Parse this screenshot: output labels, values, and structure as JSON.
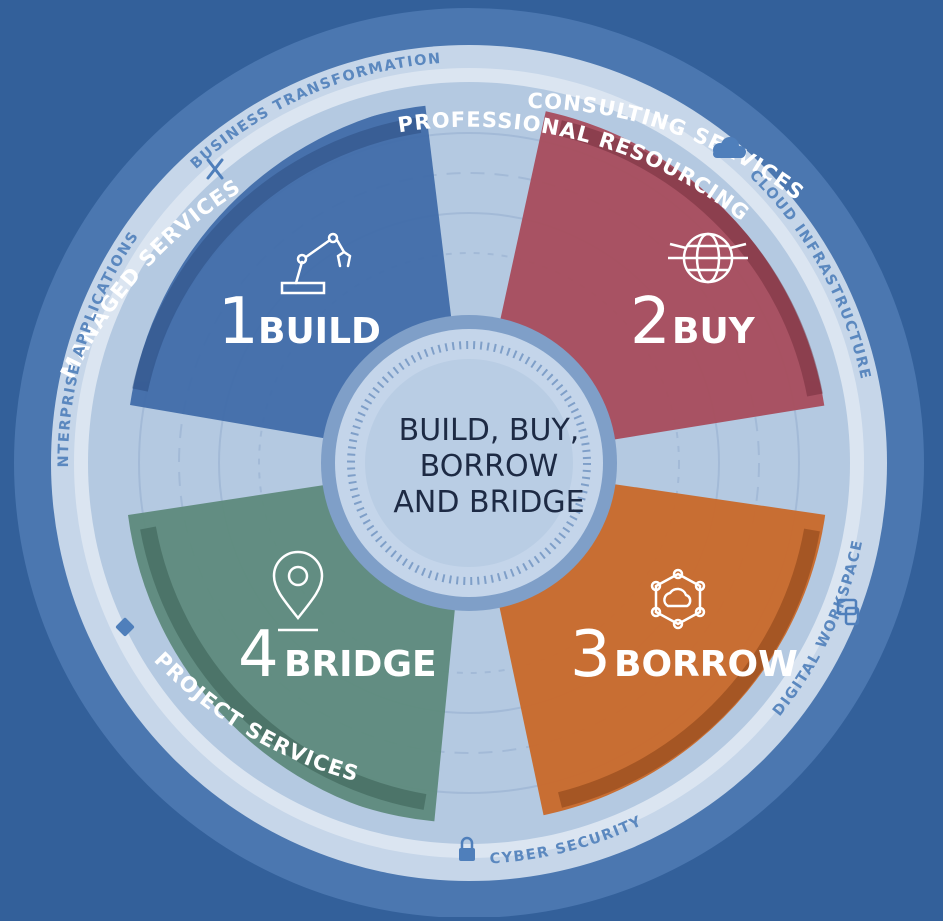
{
  "hub": {
    "lines": [
      "BUILD, BUY,",
      "BORROW",
      "AND BRIDGE"
    ]
  },
  "segments": [
    {
      "number": "1",
      "label": "BUILD",
      "icon": "robot-arm-icon",
      "color": "#3e6aa8"
    },
    {
      "number": "2",
      "label": "BUY",
      "icon": "globe-network-icon",
      "color": "#a84c5c"
    },
    {
      "number": "3",
      "label": "BORROW",
      "icon": "cloud-network-icon",
      "color": "#c96a2c"
    },
    {
      "number": "4",
      "label": "BRIDGE",
      "icon": "location-pin-icon",
      "color": "#5e8a7c"
    }
  ],
  "outer_ring": {
    "professional_resourcing": "PROFESSIONAL RESOURCING",
    "consulting_services": "CONSULTING SERVICES",
    "project_services": "PROJECT SERVICES",
    "managed_services": "MANAGED SERVICES"
  },
  "inner_ring": {
    "business_transformation": "BUSINESS TRANSFORMATION",
    "cloud_infrastructure": "CLOUD INFRASTRUCTURE",
    "digital_workspace": "DIGITAL WORKSPACE",
    "cyber_security": "CYBER SECURITY",
    "enterprise_applications": "ENTERPRISE APPLICATIONS"
  },
  "colors": {
    "background": "#33609a",
    "outer_ring": "#4b77b0",
    "inner_ring": "#d5e1ef",
    "hub": "#b9cde4"
  }
}
